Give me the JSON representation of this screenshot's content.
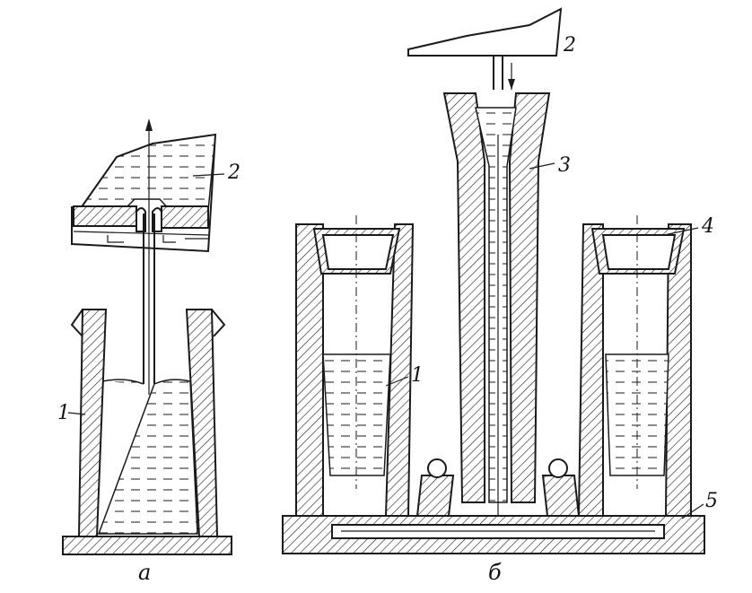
{
  "labels": {
    "a_1": "1",
    "a_2": "2",
    "b_1": "1",
    "b_2": "2",
    "b_3": "3",
    "b_4": "4",
    "b_5": "5"
  },
  "captions": {
    "a": "а",
    "b": "б"
  }
}
